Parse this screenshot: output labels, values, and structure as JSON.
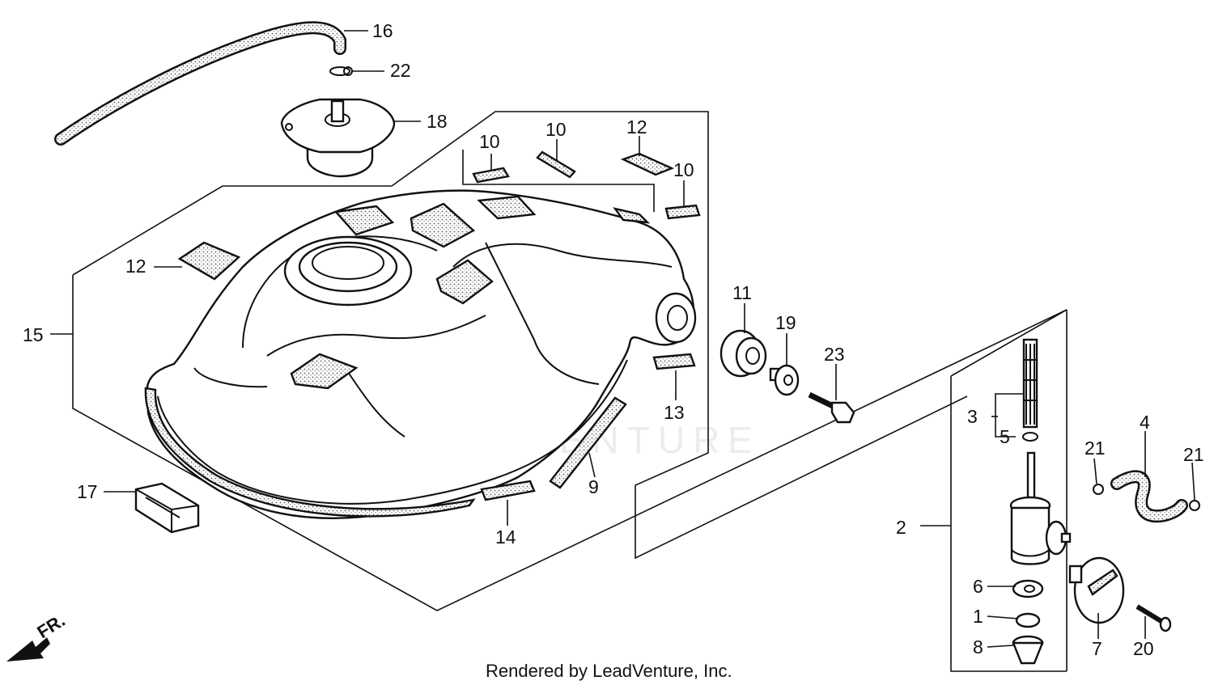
{
  "callouts": {
    "c1": "1",
    "c2": "2",
    "c3": "3",
    "c4": "4",
    "c5": "5",
    "c6": "6",
    "c7": "7",
    "c8": "8",
    "c9": "9",
    "c10a": "10",
    "c10b": "10",
    "c10c": "10",
    "c11": "11",
    "c12a": "12",
    "c12b": "12",
    "c13": "13",
    "c14": "14",
    "c15": "15",
    "c16": "16",
    "c17": "17",
    "c18": "18",
    "c19": "19",
    "c20": "20",
    "c21a": "21",
    "c21b": "21",
    "c22": "22",
    "c23": "23"
  },
  "direction_label": "FR.",
  "watermark": "LEADVENTURE",
  "footer": "Rendered by LeadVenture, Inc."
}
